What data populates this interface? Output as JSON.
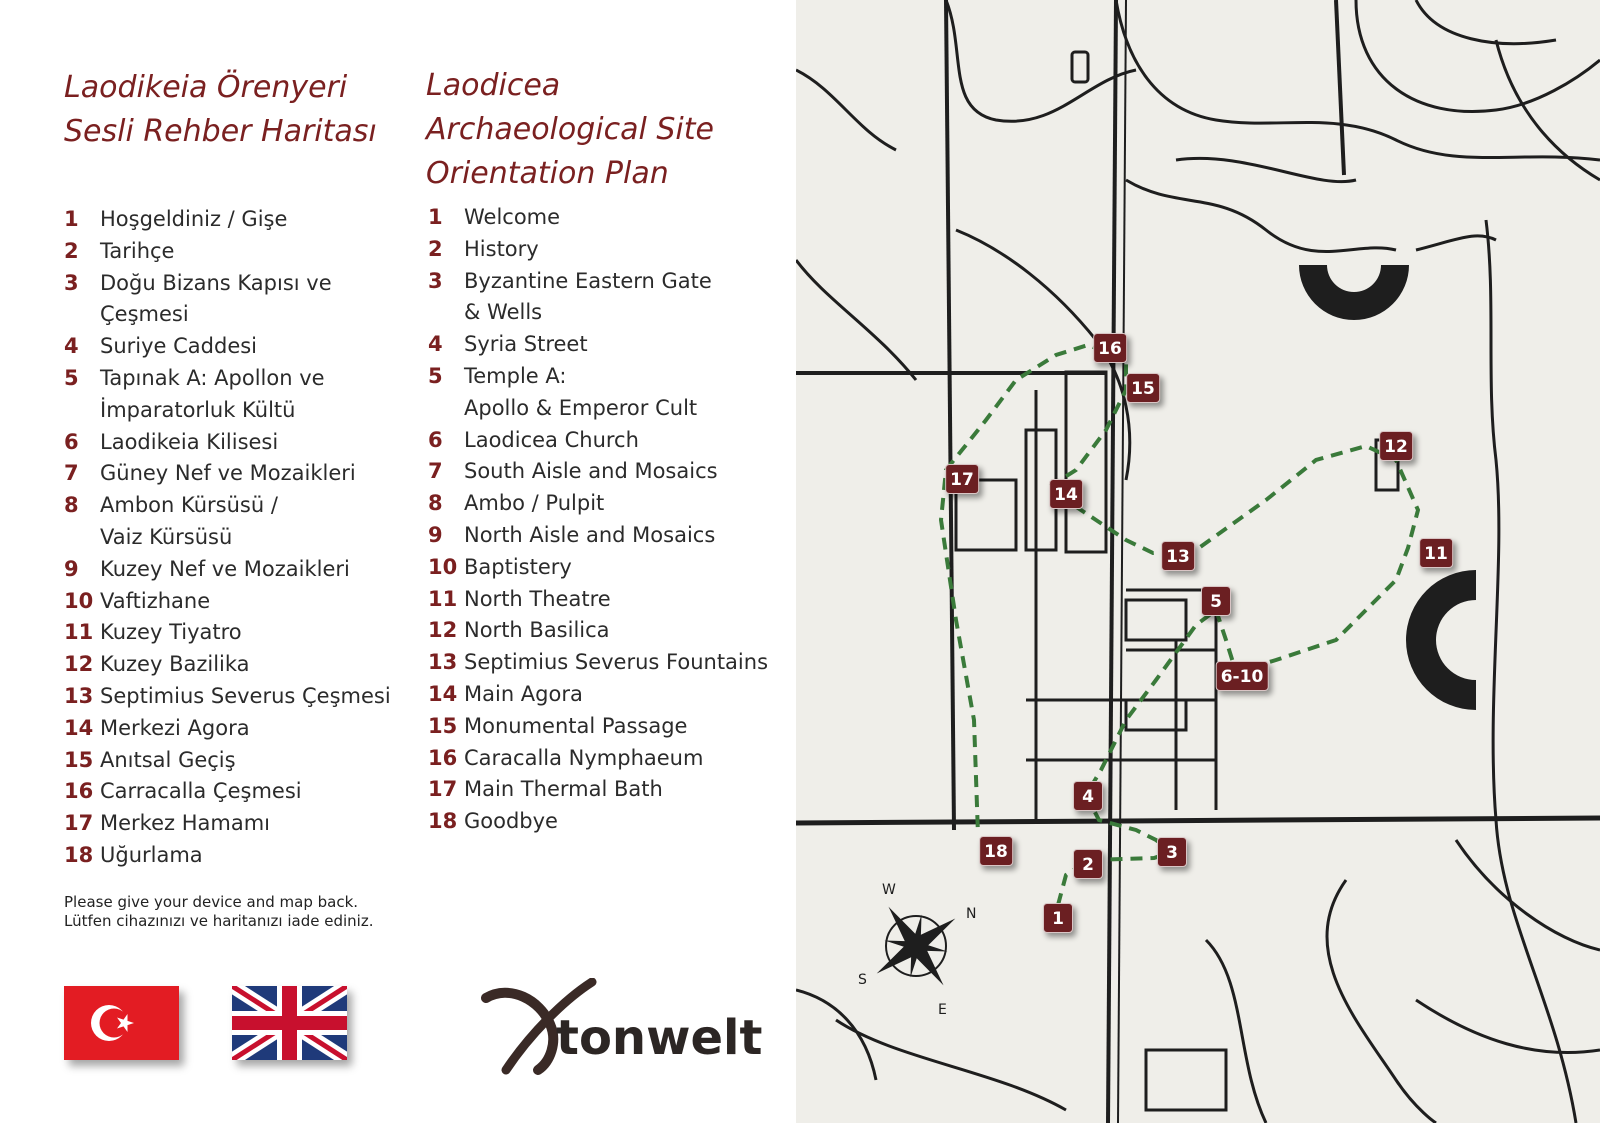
{
  "titles": {
    "tr": "Laodikeia Örenyeri\nSesli Rehber Haritası",
    "en": "Laodicea\nArchaeological Site\nOrientation Plan"
  },
  "legend_tr": [
    {
      "num": "1",
      "text": "Hoşgeldiniz / Gişe"
    },
    {
      "num": "2",
      "text": "Tarihçe"
    },
    {
      "num": "3",
      "text": "Doğu Bizans Kapısı ve\nÇeşmesi"
    },
    {
      "num": "4",
      "text": "Suriye Caddesi"
    },
    {
      "num": "5",
      "text": "Tapınak A: Apollon ve\nİmparatorluk Kültü"
    },
    {
      "num": "6",
      "text": "Laodikeia Kilisesi"
    },
    {
      "num": "7",
      "text": "Güney Nef ve Mozaikleri"
    },
    {
      "num": "8",
      "text": "Ambon Kürsüsü /\nVaiz Kürsüsü"
    },
    {
      "num": "9",
      "text": "Kuzey Nef ve Mozaikleri"
    },
    {
      "num": "10",
      "text": "Vaftizhane"
    },
    {
      "num": "11",
      "text": "Kuzey Tiyatro"
    },
    {
      "num": "12",
      "text": "Kuzey Bazilika"
    },
    {
      "num": "13",
      "text": "Septimius Severus Çeşmesi"
    },
    {
      "num": "14",
      "text": "Merkezi Agora"
    },
    {
      "num": "15",
      "text": "Anıtsal Geçiş"
    },
    {
      "num": "16",
      "text": "Carracalla Çeşmesi"
    },
    {
      "num": "17",
      "text": "Merkez Hamamı"
    },
    {
      "num": "18",
      "text": "Uğurlama"
    }
  ],
  "legend_en": [
    {
      "num": "1",
      "text": "Welcome"
    },
    {
      "num": "2",
      "text": "History"
    },
    {
      "num": "3",
      "text": "Byzantine Eastern Gate\n& Wells"
    },
    {
      "num": "4",
      "text": "Syria Street"
    },
    {
      "num": "5",
      "text": "Temple A:\nApollo & Emperor Cult"
    },
    {
      "num": "6",
      "text": "Laodicea Church"
    },
    {
      "num": "7",
      "text": "South Aisle and Mosaics"
    },
    {
      "num": "8",
      "text": "Ambo / Pulpit"
    },
    {
      "num": "9",
      "text": "North Aisle and Mosaics"
    },
    {
      "num": "10",
      "text": "Baptistery"
    },
    {
      "num": "11",
      "text": "North Theatre"
    },
    {
      "num": "12",
      "text": "North Basilica"
    },
    {
      "num": "13",
      "text": "Septimius Severus Fountains"
    },
    {
      "num": "14",
      "text": "Main Agora"
    },
    {
      "num": "15",
      "text": "Monumental Passage"
    },
    {
      "num": "16",
      "text": "Caracalla Nymphaeum"
    },
    {
      "num": "17",
      "text": "Main Thermal Bath"
    },
    {
      "num": "18",
      "text": "Goodbye"
    }
  ],
  "note": {
    "en": "Please give your device and map back.",
    "tr": "Lütfen cihazınızı ve haritanızı iade ediniz."
  },
  "logo_text": "tonwelt",
  "compass": {
    "n": "N",
    "e": "E",
    "s": "S",
    "w": "W"
  },
  "map_markers": {
    "m1": "1",
    "m2": "2",
    "m3": "3",
    "m4": "4",
    "m5": "5",
    "m6_10": "6-10",
    "m11": "11",
    "m12": "12",
    "m13": "13",
    "m14": "14",
    "m15": "15",
    "m16": "16",
    "m17": "17",
    "m18": "18"
  },
  "colors": {
    "accent": "#7a2020",
    "marker": "#6b1f22",
    "route": "#3a7a3a",
    "map_background": "#efeee9",
    "map_lines": "#1e1e1e",
    "flag_red": "#e31c23",
    "uk_blue": "#1f3a7a",
    "uk_red": "#c8102e"
  },
  "icons": {
    "tr_flag": "turkey-flag-icon",
    "uk_flag": "uk-flag-icon",
    "compass": "compass-rose-icon",
    "logo": "tonwelt-swoosh-logo"
  }
}
